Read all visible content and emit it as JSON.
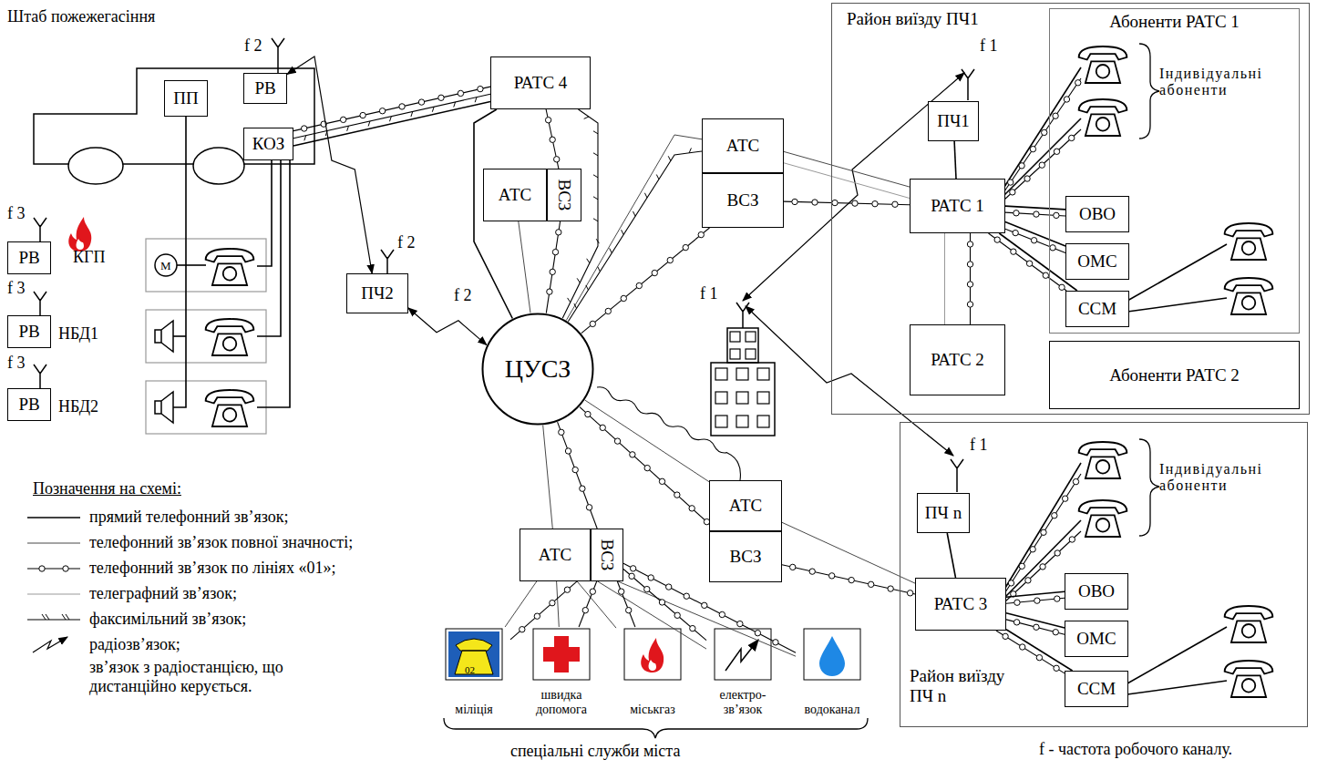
{
  "diagram": {
    "nodes": [
      {
        "text": [
          "ПП"
        ]
      },
      {
        "text": [
          "РВ"
        ]
      },
      {
        "text": [
          "КОЗ"
        ]
      },
      {
        "text": [
          "РВ"
        ]
      },
      {
        "text": [
          "РВ"
        ]
      },
      {
        "text": [
          "РВ"
        ]
      },
      {
        "text": [
          "РАТС 4"
        ]
      },
      {
        "text": [
          "АТС"
        ]
      },
      {
        "text": [
          "ВСЗ"
        ]
      },
      {
        "text": [
          "Район виїзду ПЧ1"
        ]
      },
      {
        "text": [
          "ПЧ1"
        ],
        "in": 9
      },
      {
        "text": [
          "РАТС 1"
        ],
        "in": 9
      },
      {
        "text": [
          "Абоненти РАТС 1"
        ],
        "in": 9
      },
      {
        "text": [
          "ОВО"
        ],
        "in": 12
      },
      {
        "text": [
          "ОМС"
        ],
        "in": 12
      },
      {
        "text": [
          "ССМ"
        ],
        "in": 12
      },
      {
        "text": [
          "РАТС 2"
        ],
        "in": 9
      },
      {
        "text": [
          "Абоненти РАТС 2"
        ],
        "in": 9
      },
      {
        "text": [
          "АТС"
        ]
      },
      {
        "text": [
          "ВСЗ"
        ]
      },
      {
        "text": [
          "ПЧ2"
        ]
      },
      {
        "text": [
          "ЦУСЗ"
        ]
      },
      {
        "text": [
          "Район виїзду ПЧ n"
        ]
      },
      {
        "text": [
          "ПЧ n"
        ],
        "in": 22
      },
      {
        "text": [
          "РАТС 3"
        ],
        "in": 22
      },
      {
        "text": [
          "ОВО"
        ],
        "in": 22
      },
      {
        "text": [
          "ОМС"
        ],
        "in": 22
      },
      {
        "text": [
          "ССМ"
        ],
        "in": 22
      },
      {
        "text": [
          "АТС"
        ]
      },
      {
        "text": [
          "ВСЗ"
        ]
      },
      {
        "text": [
          "АТС"
        ]
      },
      {
        "text": [
          "ВСЗ"
        ]
      },
      {
        "text": [
          "міліція"
        ]
      },
      {
        "text": [
          "швидка допомога"
        ]
      },
      {
        "text": [
          "міськгаз"
        ]
      },
      {
        "text": [
          "електро- зв’язок"
        ]
      },
      {
        "text": [
          "водоканал"
        ]
      }
    ],
    "edges": [
      {
        "from": 2,
        "to": 6,
        "arrow": "none"
      },
      {
        "from": 2,
        "to": 6,
        "arrow": "none"
      },
      {
        "from": 2,
        "to": 6,
        "arrow": "none"
      },
      {
        "from": 1,
        "to": 20,
        "arrow": "both"
      },
      {
        "from": 20,
        "to": 21,
        "arrow": "both"
      },
      {
        "from": 6,
        "to": 21,
        "arrow": "none"
      },
      {
        "from": 6,
        "to": 21,
        "arrow": "none"
      },
      {
        "from": 6,
        "to": 8,
        "arrow": "none"
      },
      {
        "from": 7,
        "to": 21,
        "arrow": "none"
      },
      {
        "from": 8,
        "to": 21,
        "arrow": "none"
      },
      {
        "from": 18,
        "to": 21,
        "arrow": "none"
      },
      {
        "from": 18,
        "to": 21,
        "arrow": "none"
      },
      {
        "from": 19,
        "to": 21,
        "arrow": "none"
      },
      {
        "from": 18,
        "to": 11,
        "arrow": "none"
      },
      {
        "from": 18,
        "to": 11,
        "arrow": "none"
      },
      {
        "from": 19,
        "to": 11,
        "arrow": "none"
      },
      {
        "from": 10,
        "to": 11,
        "arrow": "none"
      },
      {
        "from": 11,
        "to": 16,
        "arrow": "none"
      },
      {
        "from": 11,
        "to": 16,
        "arrow": "none"
      },
      {
        "from": 11,
        "to": 13,
        "arrow": "none"
      },
      {
        "from": 11,
        "to": 14,
        "arrow": "none"
      },
      {
        "from": 11,
        "to": 15,
        "arrow": "none"
      },
      {
        "from": 11,
        "to": 13,
        "arrow": "none"
      },
      {
        "from": 11,
        "to": 14,
        "arrow": "none"
      },
      {
        "from": 11,
        "to": 15,
        "arrow": "none"
      },
      {
        "from": 21,
        "to": 30,
        "arrow": "none"
      },
      {
        "from": 21,
        "to": 31,
        "arrow": "none"
      },
      {
        "from": 30,
        "to": 24,
        "arrow": "none"
      },
      {
        "from": 31,
        "to": 24,
        "arrow": "none"
      },
      {
        "from": 23,
        "to": 24,
        "arrow": "none"
      },
      {
        "from": 24,
        "to": 25,
        "arrow": "none"
      },
      {
        "from": 24,
        "to": 26,
        "arrow": "none"
      },
      {
        "from": 24,
        "to": 27,
        "arrow": "none"
      },
      {
        "from": 24,
        "to": 25,
        "arrow": "none"
      },
      {
        "from": 24,
        "to": 26,
        "arrow": "none"
      },
      {
        "from": 24,
        "to": 27,
        "arrow": "none"
      },
      {
        "from": 21,
        "to": 28,
        "arrow": "none"
      },
      {
        "from": 21,
        "to": 29,
        "arrow": "none"
      },
      {
        "from": 28,
        "to": 32,
        "arrow": "none"
      },
      {
        "from": 28,
        "to": 33,
        "arrow": "none"
      },
      {
        "from": 28,
        "to": 34,
        "arrow": "none"
      },
      {
        "from": 28,
        "to": 35,
        "arrow": "none"
      },
      {
        "from": 28,
        "to": 36,
        "arrow": "none"
      },
      {
        "from": 29,
        "to": 32,
        "arrow": "none"
      },
      {
        "from": 29,
        "to": 33,
        "arrow": "none"
      },
      {
        "from": 29,
        "to": 34,
        "arrow": "none"
      },
      {
        "from": 29,
        "to": 35,
        "arrow": "none"
      },
      {
        "from": 29,
        "to": 36,
        "arrow": "none"
      }
    ],
    "labels": [
      "Штаб пожежегасіння",
      "f 2",
      "f 3",
      "КГП",
      "M",
      "f 3",
      "НБД1",
      "f 3",
      "НБД2",
      "f 2",
      "f 2",
      "f 1",
      "Індивідуальні абоненти",
      "f 1",
      "f 1",
      "Індивідуальні абоненти",
      "02",
      "спеціальні служби міста",
      "Позначення на схемі:",
      "f - частота робочого каналу."
    ],
    "legend": [
      {
        "text": "прямий телефонний зв’язок;"
      },
      {
        "text": "телефонний зв’язок повної значності;"
      },
      {
        "text": "телефонний зв’язок по лініях «01»;"
      },
      {
        "text": "телеграфний зв’язок;"
      },
      {
        "text": "факсимільний зв’язок;"
      },
      {
        "text": "радіозв’язок;"
      },
      {
        "text": "зв’язок з радіостанцією, що дистанційно керується."
      }
    ]
  }
}
